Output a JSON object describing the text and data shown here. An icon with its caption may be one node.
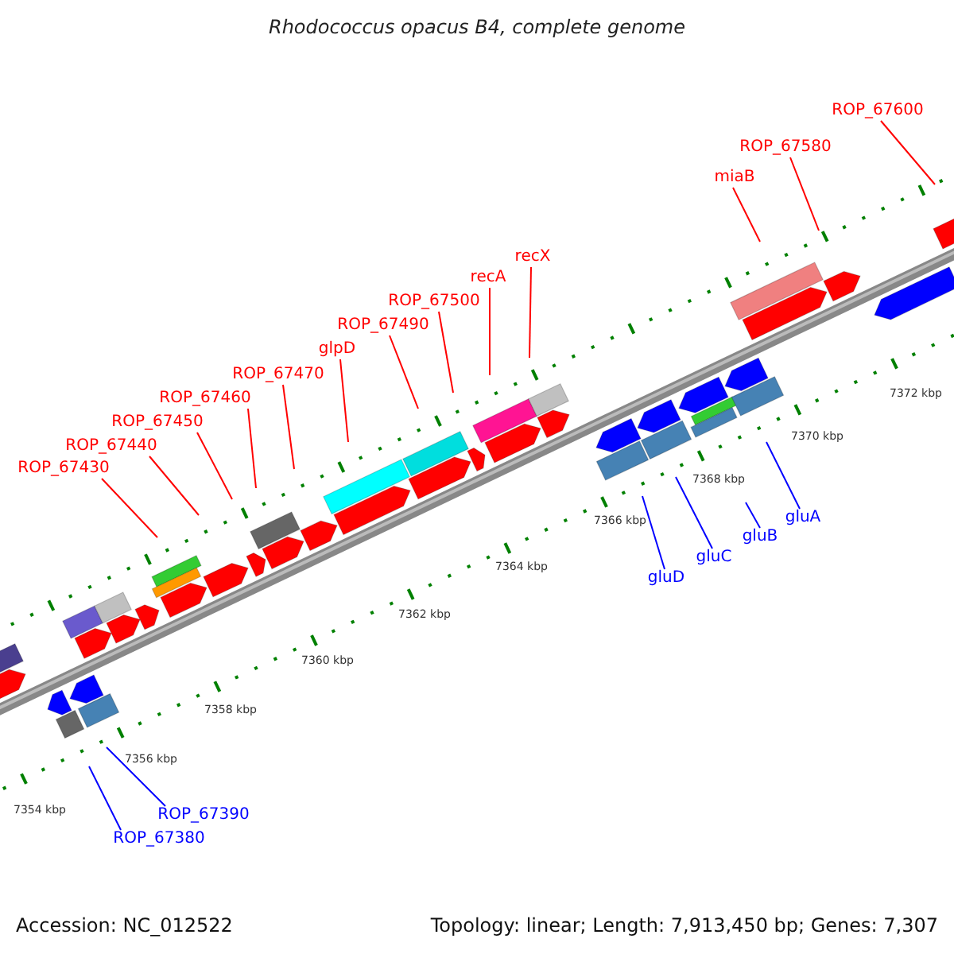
{
  "diagram": {
    "title": "Rhodococcus opacus B4, complete genome",
    "nodes": [
      {
        "text": [
          "ROP_67430"
        ]
      },
      {
        "text": [
          "ROP_67440"
        ]
      },
      {
        "text": [
          "ROP_67450"
        ]
      },
      {
        "text": [
          "ROP_67460"
        ]
      },
      {
        "text": [
          "ROP_67470"
        ]
      },
      {
        "text": [
          "glpD"
        ]
      },
      {
        "text": [
          "ROP_67490"
        ]
      },
      {
        "text": [
          "ROP_67500"
        ]
      },
      {
        "text": [
          "recA"
        ]
      },
      {
        "text": [
          "recX"
        ]
      },
      {
        "text": [
          "miaB"
        ]
      },
      {
        "text": [
          "ROP_67580"
        ]
      },
      {
        "text": [
          "ROP_67600"
        ]
      },
      {
        "text": [
          "gluD"
        ]
      },
      {
        "text": [
          "gluC"
        ]
      },
      {
        "text": [
          "gluB"
        ]
      },
      {
        "text": [
          "gluA"
        ]
      },
      {
        "text": [
          "ROP_67390"
        ]
      },
      {
        "text": [
          "ROP_67380"
        ]
      }
    ],
    "edges": [
      {
        "from": 0,
        "to": null,
        "arrow": "none"
      },
      {
        "from": 1,
        "to": null,
        "arrow": "none"
      },
      {
        "from": 2,
        "to": null,
        "arrow": "none"
      },
      {
        "from": 3,
        "to": null,
        "arrow": "none"
      },
      {
        "from": 4,
        "to": null,
        "arrow": "none"
      },
      {
        "from": 5,
        "to": null,
        "arrow": "none"
      },
      {
        "from": 6,
        "to": null,
        "arrow": "none"
      },
      {
        "from": 7,
        "to": null,
        "arrow": "none"
      },
      {
        "from": 8,
        "to": null,
        "arrow": "none"
      },
      {
        "from": 9,
        "to": null,
        "arrow": "none"
      },
      {
        "from": 10,
        "to": null,
        "arrow": "none"
      },
      {
        "from": 11,
        "to": null,
        "arrow": "none"
      },
      {
        "from": 12,
        "to": null,
        "arrow": "none"
      },
      {
        "from": 13,
        "to": null,
        "arrow": "none",
        "color": "#0000ff"
      },
      {
        "from": 14,
        "to": null,
        "arrow": "none",
        "color": "#0000ff"
      },
      {
        "from": 15,
        "to": null,
        "arrow": "none",
        "color": "#0000ff"
      },
      {
        "from": 16,
        "to": null,
        "arrow": "none",
        "color": "#0000ff"
      },
      {
        "from": 17,
        "to": null,
        "arrow": "none",
        "color": "#0000ff"
      },
      {
        "from": 18,
        "to": null,
        "arrow": "none",
        "color": "#0000ff"
      }
    ],
    "labels": [
      "7354 kbp",
      "7356 kbp",
      "7358 kbp",
      "7360 kbp",
      "7362 kbp",
      "7364 kbp",
      "7366 kbp",
      "7368 kbp",
      "7370 kbp",
      "7372 kbp",
      "Accession: NC_012522",
      "Topology: linear; Length: 7,913,450 bp; Genes: 7,307"
    ]
  }
}
